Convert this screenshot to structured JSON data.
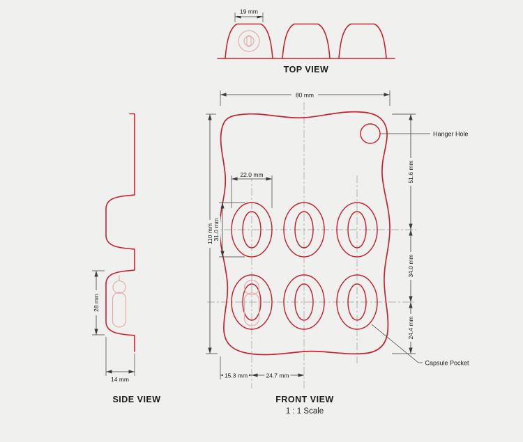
{
  "top_view": {
    "label": "TOP VIEW",
    "dims": {
      "dome_width": "19 mm"
    }
  },
  "side_view": {
    "label": "SIDE VIEW",
    "dims": {
      "pocket_height": "28 mm",
      "pocket_depth": "14 mm"
    }
  },
  "front_view": {
    "label": "FRONT VIEW",
    "scale": "1 : 1 Scale",
    "dims": {
      "card_width": "80 mm",
      "card_height": "110 mm",
      "pocket_width": "22.0 mm",
      "pocket_height": "31.0 mm",
      "top_to_row1": "51.6 mm",
      "row_spacing": "34.0 mm",
      "row2_to_bottom": "24.4 mm",
      "edge_to_col1": "15.3 mm",
      "col_spacing": "24.7 mm"
    },
    "callouts": {
      "hanger_hole": "Hanger Hole",
      "capsule_pocket": "Capsule Pocket"
    }
  },
  "colors": {
    "background": "#f0f0ef",
    "outline": "#c7232c",
    "outline_light": "#e4adad",
    "dimension": "#3c3c3c",
    "centerline": "#9b9b9b",
    "text": "#1b1b1b"
  }
}
